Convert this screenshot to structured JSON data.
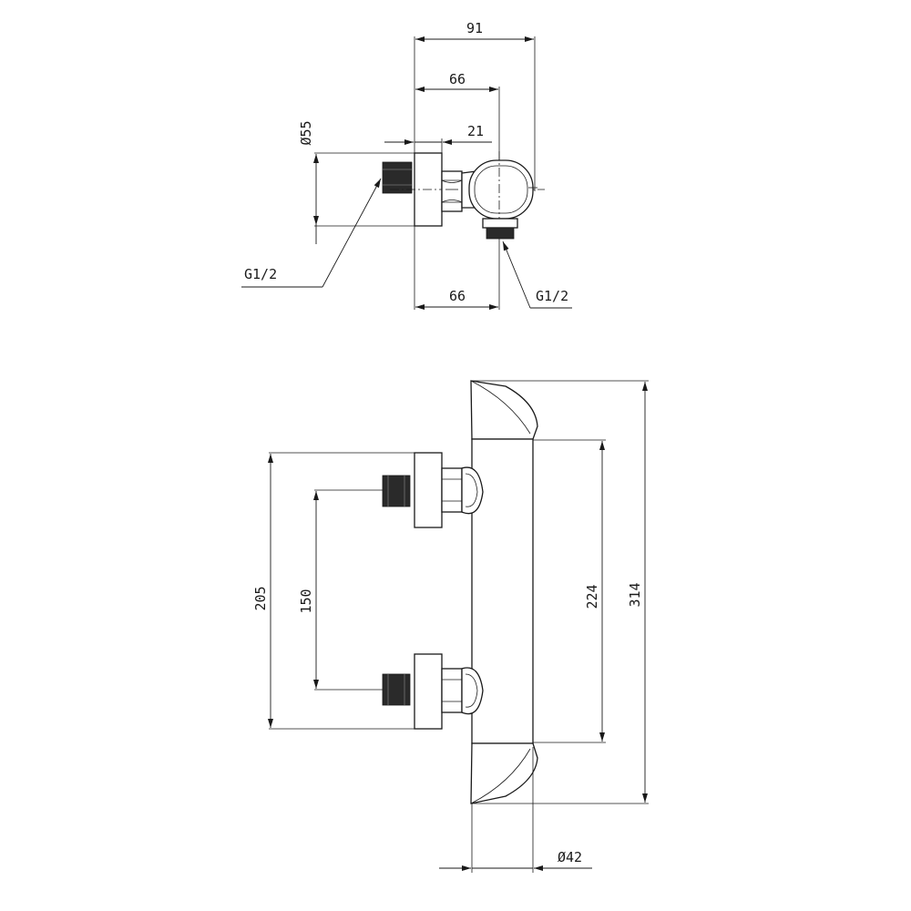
{
  "top_view": {
    "dim_total_depth": "91",
    "dim_body_axis": "66",
    "dim_flange_to_nut": "21",
    "dim_flange_diameter": "Ø55",
    "dim_outlet_axis": "66",
    "thread_inlet": "G1/2",
    "thread_outlet": "G1/2"
  },
  "front_view": {
    "dim_connector_span": "205",
    "dim_inlet_spacing": "150",
    "dim_body_straight": "224",
    "dim_total_height": "314",
    "dim_body_diameter": "Ø42"
  }
}
